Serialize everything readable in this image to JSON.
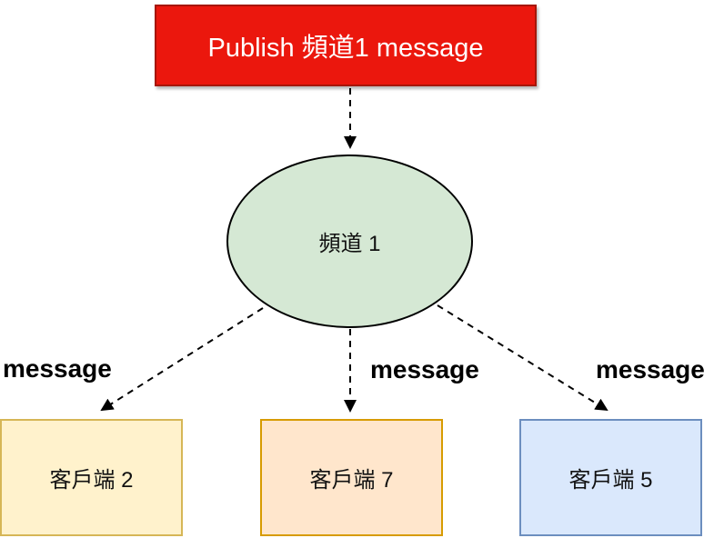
{
  "diagram": {
    "type": "publish-subscribe-flow",
    "publisher": {
      "label": "Publish 頻道1 message",
      "fill": "#EB170D",
      "border_color": "#A61607",
      "text_color": "#FFFFFF",
      "shape": "rectangle"
    },
    "channel": {
      "label": "頻道 1",
      "fill": "#D5E8D4",
      "border_color": "#000000",
      "text_color": "#111111",
      "shape": "ellipse"
    },
    "clients": [
      {
        "label": "客戶端 2",
        "fill": "#FFF2CC",
        "border_color": "#D6B656",
        "shape": "rectangle"
      },
      {
        "label": "客戶端 7",
        "fill": "#FFE6CC",
        "border_color": "#D79B00",
        "shape": "rectangle"
      },
      {
        "label": "客戶端 5",
        "fill": "#DAE8FC",
        "border_color": "#6C8EBF",
        "shape": "rectangle"
      }
    ],
    "edge_labels": [
      {
        "text": "message",
        "position": "left"
      },
      {
        "text": "message",
        "position": "middle"
      },
      {
        "text": "message",
        "position": "right"
      }
    ],
    "edges": [
      {
        "from": "publisher",
        "to": "channel"
      },
      {
        "from": "channel",
        "to": "client-2"
      },
      {
        "from": "channel",
        "to": "client-7"
      },
      {
        "from": "channel",
        "to": "client-5"
      }
    ],
    "edge_style": {
      "line": "dashed",
      "color": "#000000",
      "arrowhead": "filled-triangle"
    }
  }
}
